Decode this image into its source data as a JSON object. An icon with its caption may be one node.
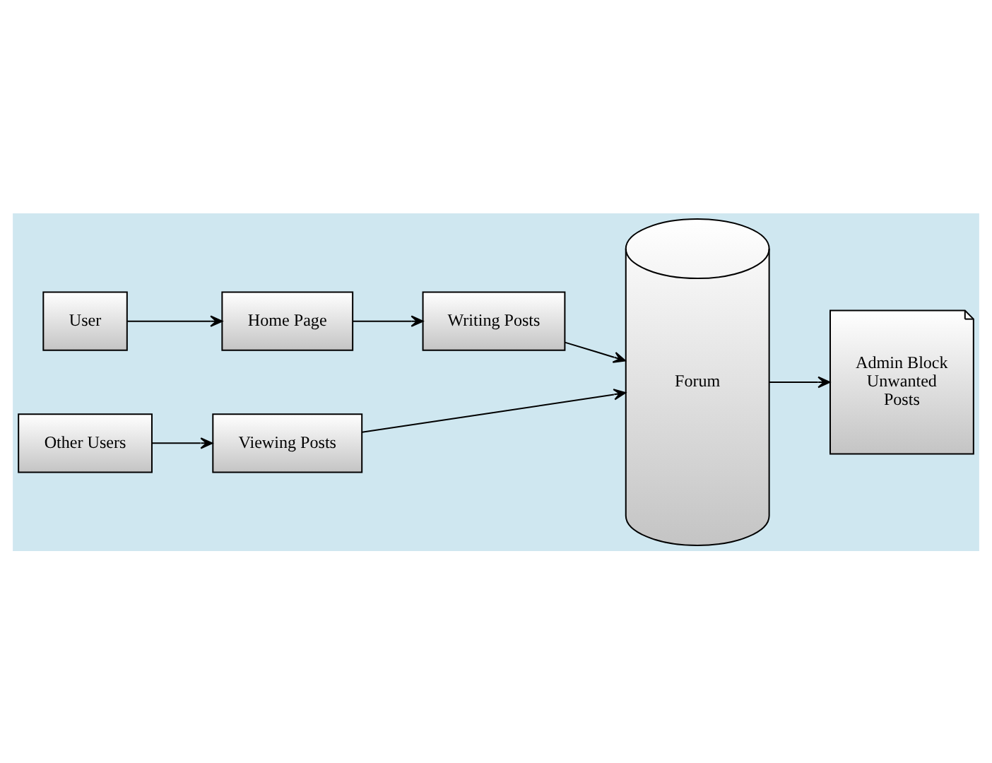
{
  "diagram": {
    "nodes": [
      {
        "text": [
          "User"
        ]
      },
      {
        "text": [
          "Home Page"
        ]
      },
      {
        "text": [
          "Writing Posts"
        ]
      },
      {
        "text": [
          "Other Users"
        ]
      },
      {
        "text": [
          "Viewing Posts"
        ]
      },
      {
        "text": [
          "Forum"
        ]
      },
      {
        "text": [
          "Admin Block Unwanted Posts"
        ]
      }
    ],
    "edges": [
      {
        "from": 0,
        "to": 1,
        "arrow": "to"
      },
      {
        "from": 1,
        "to": 2,
        "arrow": "to"
      },
      {
        "from": 2,
        "to": 5,
        "arrow": "to"
      },
      {
        "from": 3,
        "to": 4,
        "arrow": "to"
      },
      {
        "from": 4,
        "to": 5,
        "arrow": "to"
      },
      {
        "from": 5,
        "to": 6,
        "arrow": "to"
      }
    ]
  }
}
